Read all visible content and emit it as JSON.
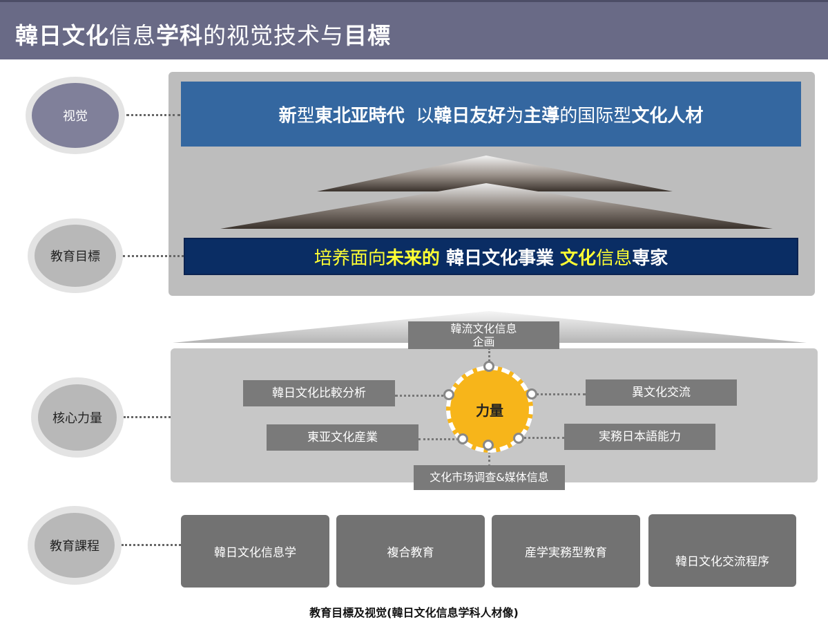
{
  "header": {
    "title_parts": [
      "韓日文化",
      "信息",
      "学科",
      "的视觉技术与",
      "目標"
    ]
  },
  "labels": {
    "vision": "视觉",
    "goal": "教育目標",
    "core": "核心力量",
    "curriculum": "教育課程"
  },
  "vision_banner": {
    "parts": [
      "新",
      "型",
      "東北亚時代",
      "  以",
      "韓日友好",
      "为",
      "主導",
      "的国际型",
      "文化人材"
    ]
  },
  "goal_banner": {
    "parts": [
      "培养面向",
      "未来的",
      " 韓日文化事業 ",
      "文化",
      "信息",
      "専家"
    ]
  },
  "core": {
    "center": "力量",
    "top": "韓流文化信息\n企画",
    "left_top": "韓日文化比較分析",
    "left_bottom": "東亚文化産業",
    "right_top": "異文化交流",
    "right_bottom": "実務日本語能力",
    "bottom": "文化市场调查&媒体信息"
  },
  "curriculum": {
    "items": [
      "韓日文化信息学",
      "複合教育",
      "産学実務型教育",
      "韓日文化交流程序"
    ]
  },
  "caption": "教育目標及视觉(韓日文化信息学科人材像)",
  "colors": {
    "header_bg": "#696a86",
    "vision_banner": "#3467a0",
    "goal_banner": "#0a2d64",
    "highlight_yellow": "#ffff33",
    "center_circle": "#f7b51a",
    "box_gray": "#7a7a7a"
  }
}
